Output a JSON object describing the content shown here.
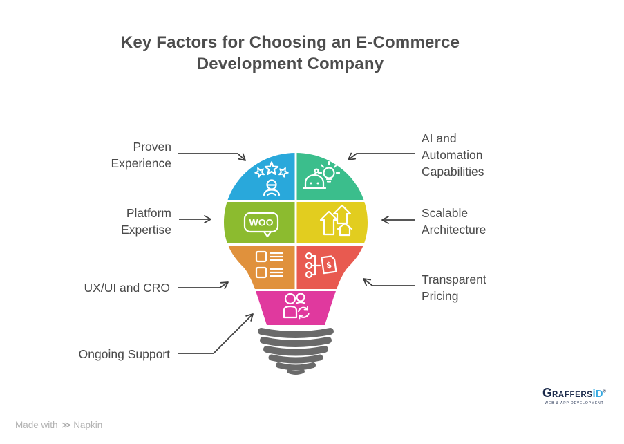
{
  "title": {
    "lines": [
      "Key Factors for Choosing an E-Commerce",
      "Development Company"
    ]
  },
  "diagram": {
    "segments": [
      {
        "id": "proven-experience",
        "label_lines": [
          "Proven",
          "Experience"
        ],
        "color": "#29A8DB",
        "icon": "person-stars-icon"
      },
      {
        "id": "ai-automation",
        "label_lines": [
          "AI and",
          "Automation",
          "Capabilities"
        ],
        "color": "#3BBE8C",
        "icon": "robot-lightbulb-icon"
      },
      {
        "id": "platform-expertise",
        "label_lines": [
          "Platform",
          "Expertise"
        ],
        "color": "#8CBB2F",
        "icon": "woocommerce-icon"
      },
      {
        "id": "scalable-architecture",
        "label_lines": [
          "Scalable",
          "Architecture"
        ],
        "color": "#E2CD1F",
        "icon": "growth-arrows-icon"
      },
      {
        "id": "ux-ui-cro",
        "label_lines": [
          "UX/UI and CRO"
        ],
        "color": "#E0913C",
        "icon": "wireframe-list-icon"
      },
      {
        "id": "transparent-pricing",
        "label_lines": [
          "Transparent",
          "Pricing"
        ],
        "color": "#E85A50",
        "icon": "price-tag-flow-icon"
      },
      {
        "id": "ongoing-support",
        "label_lines": [
          "Ongoing Support"
        ],
        "color": "#E0399E",
        "icon": "people-refresh-icon"
      }
    ],
    "base_color": "#6A6A6A",
    "arrow_color": "#3F3F3F",
    "icon_color": "#FFFFFF",
    "woo_text": "WOO",
    "dollar": "$"
  },
  "footer": {
    "made_with": "Made with",
    "brand": "Napkin"
  },
  "logo": {
    "g": "G",
    "raffers": "RAFFERS",
    "id": "iD",
    "reg": "®",
    "tagline": "— WEB & APP DEVELOPMENT —"
  }
}
